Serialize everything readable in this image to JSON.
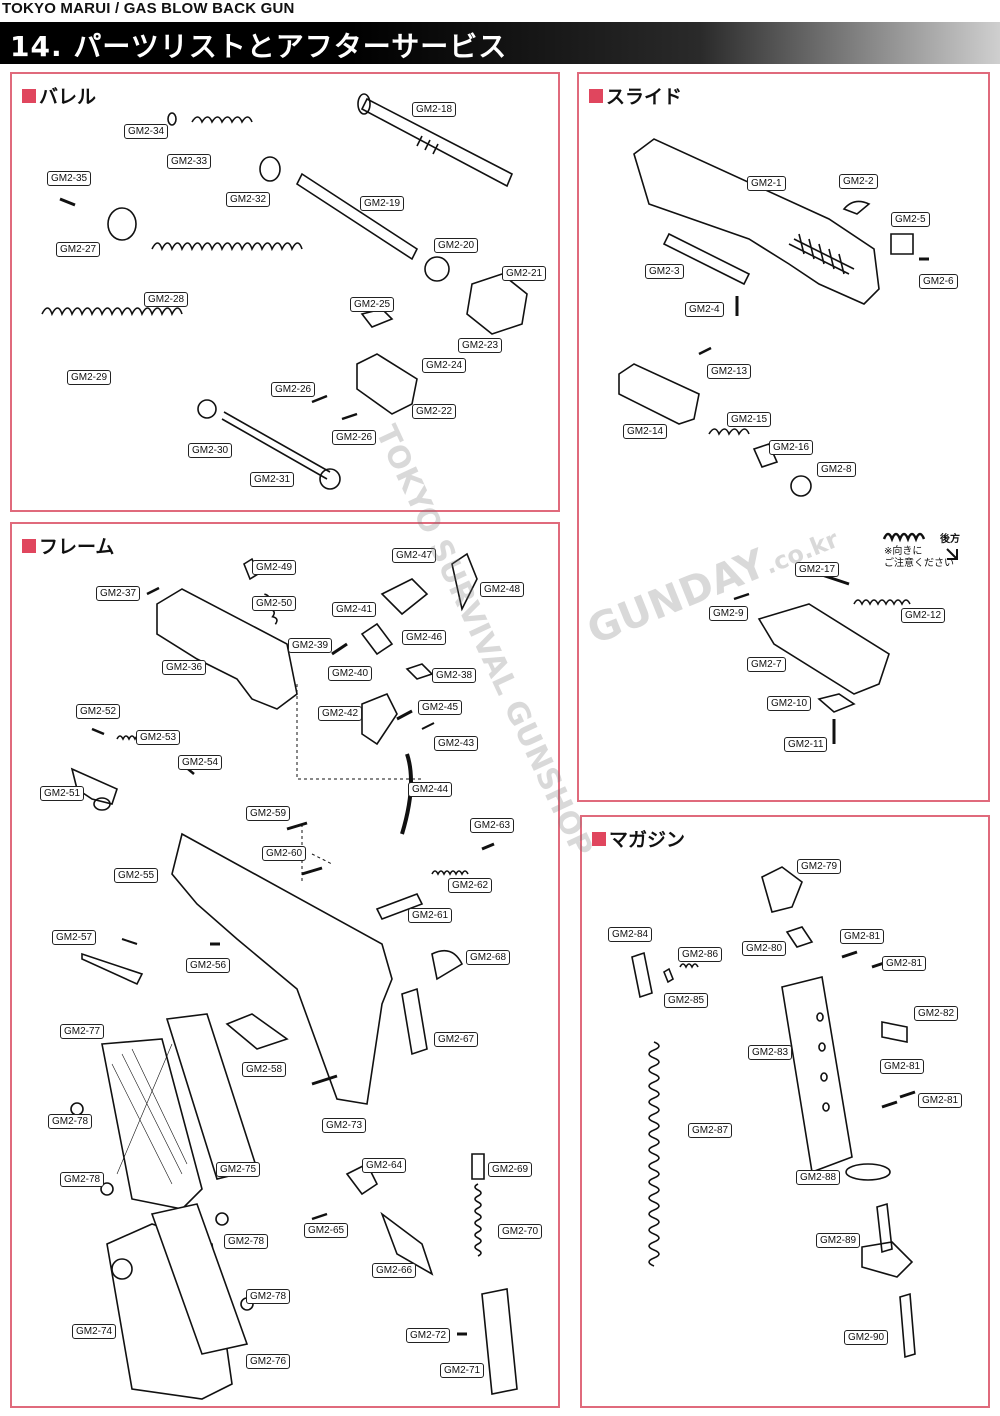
{
  "doc": {
    "caption": "TOKYO MARUI / GAS BLOW BACK GUN",
    "title": "14. パーツリストとアフターサービス"
  },
  "watermark": {
    "arc_text": "TOKYO SURVIVAL GUNSHOP",
    "brand": "GUNDAY",
    "domain": ".co.kr"
  },
  "sections": {
    "barrel": {
      "title": "バレル",
      "labels": [
        "GM2-18",
        "GM2-34",
        "GM2-33",
        "GM2-35",
        "GM2-32",
        "GM2-19",
        "GM2-27",
        "GM2-20",
        "GM2-21",
        "GM2-28",
        "GM2-25",
        "GM2-23",
        "GM2-24",
        "GM2-29",
        "GM2-26",
        "GM2-22",
        "GM2-26",
        "GM2-30",
        "GM2-31"
      ]
    },
    "slide": {
      "title": "スライド",
      "labels": [
        "GM2-1",
        "GM2-2",
        "GM2-5",
        "GM2-3",
        "GM2-6",
        "GM2-4",
        "GM2-13",
        "GM2-15",
        "GM2-14",
        "GM2-16",
        "GM2-8",
        "GM2-17",
        "GM2-9",
        "GM2-12",
        "GM2-7",
        "GM2-10",
        "GM2-11"
      ],
      "note": {
        "direction": "後方",
        "line1": "※向きに",
        "line2": "ご注意ください"
      }
    },
    "frame": {
      "title": "フレーム",
      "labels": [
        "GM2-49",
        "GM2-47",
        "GM2-37",
        "GM2-48",
        "GM2-50",
        "GM2-41",
        "GM2-46",
        "GM2-39",
        "GM2-36",
        "GM2-40",
        "GM2-38",
        "GM2-52",
        "GM2-42",
        "GM2-45",
        "GM2-53",
        "GM2-43",
        "GM2-54",
        "GM2-51",
        "GM2-44",
        "GM2-59",
        "GM2-63",
        "GM2-60",
        "GM2-55",
        "GM2-62",
        "GM2-61",
        "GM2-57",
        "GM2-56",
        "GM2-68",
        "GM2-77",
        "GM2-67",
        "GM2-58",
        "GM2-78",
        "GM2-73",
        "GM2-75",
        "GM2-64",
        "GM2-69",
        "GM2-78",
        "GM2-65",
        "GM2-70",
        "GM2-78",
        "GM2-66",
        "GM2-78",
        "GM2-74",
        "GM2-72",
        "GM2-76",
        "GM2-71"
      ]
    },
    "magazine": {
      "title": "マガジン",
      "labels": [
        "GM2-79",
        "GM2-84",
        "GM2-86",
        "GM2-80",
        "GM2-81",
        "GM2-81",
        "GM2-85",
        "GM2-82",
        "GM2-83",
        "GM2-81",
        "GM2-81",
        "GM2-87",
        "GM2-88",
        "GM2-89",
        "GM2-90"
      ]
    }
  }
}
